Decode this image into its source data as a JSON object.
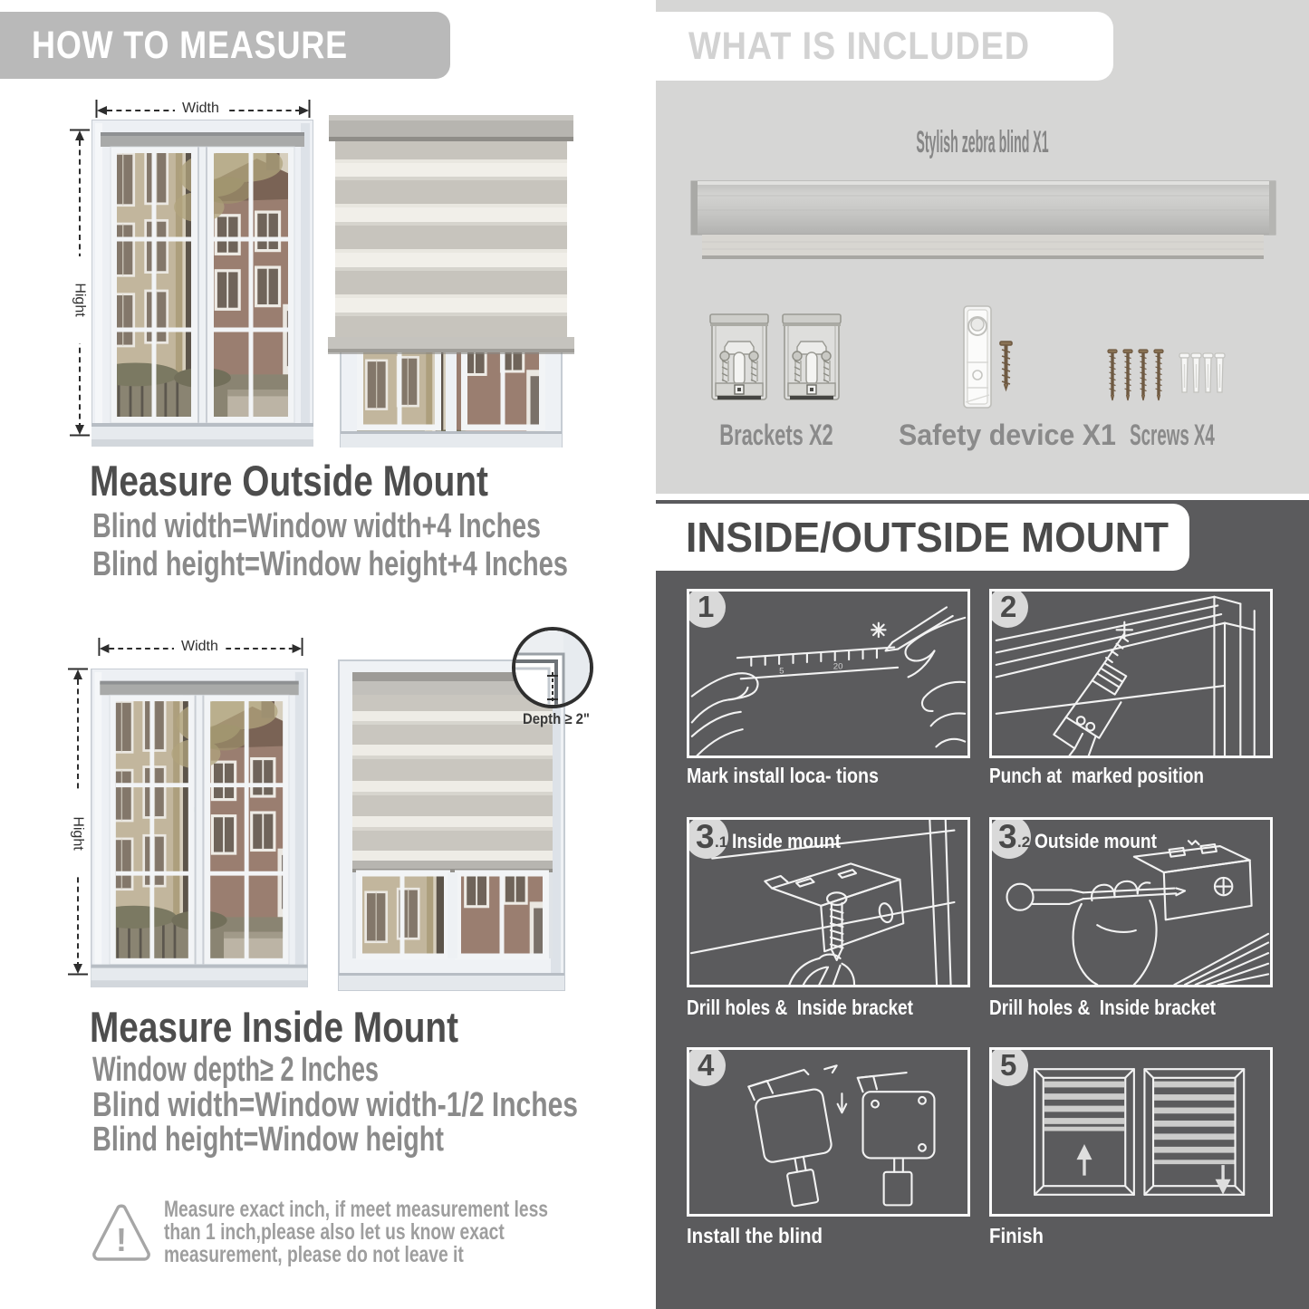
{
  "left": {
    "header": "HOW TO MEASURE",
    "outside": {
      "title": "Measure Outside Mount",
      "rule1": "Blind width=Window width+4 Inches",
      "rule2": "Blind height=Window height+4 Inches",
      "width_label": "Width",
      "height_label": "Hight"
    },
    "inside": {
      "title": "Measure Inside Mount",
      "rule1": "Window depth≥ 2 Inches",
      "rule2": "Blind width=Window width-1/2 Inches",
      "rule3": "Blind height=Window height",
      "width_label": "Width",
      "height_label": "Hight",
      "depth_label": "Depth ≥ 2\""
    },
    "warning_text": "Measure exact inch, if meet measurement less\nthan 1 inch,please also let us know exact\nmeasurement, please do not leave it"
  },
  "right": {
    "header": "WHAT IS INCLUDED",
    "blind_item_label": "Stylish zebra blind X1",
    "parts": [
      {
        "label": "Brackets X2"
      },
      {
        "label": "Safety device X1"
      },
      {
        "label": "Screws X4"
      }
    ],
    "mount": {
      "header": "INSIDE/OUTSIDE MOUNT",
      "steps": [
        {
          "num": "1",
          "sub": "",
          "title": "",
          "caption": "Mark install loca- tions"
        },
        {
          "num": "2",
          "sub": "",
          "title": "",
          "caption": "Punch at  marked position"
        },
        {
          "num": "3",
          "sub": ".1",
          "title": "Inside mount",
          "caption": "Drill holes &  Inside bracket"
        },
        {
          "num": "3",
          "sub": ".2",
          "title": "Outside mount",
          "caption": "Drill holes &  Inside bracket"
        },
        {
          "num": "4",
          "sub": "",
          "title": "",
          "caption": "Install the blind"
        },
        {
          "num": "5",
          "sub": "",
          "title": "",
          "caption": "Finish"
        }
      ]
    }
  },
  "colors": {
    "banner_gray": "#b9b9b9",
    "included_bg": "#d6d6d5",
    "dark_section": "#5b5b5d",
    "heading_dark": "#4d4d4d",
    "body_gray": "#8a8a8a",
    "fabric_solid": "#c7c4bd",
    "fabric_sheer": "#f1efe9"
  }
}
